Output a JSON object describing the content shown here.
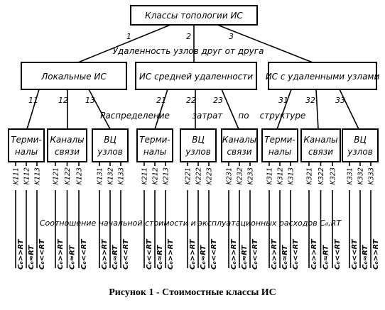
{
  "root": {
    "label": "Классы топологии ИС"
  },
  "branch_numbers": [
    "1",
    "2",
    "3"
  ],
  "level1_caption": "Удаленность узлов друг от друга",
  "level1": [
    {
      "label": "Локальные ИС",
      "subnums": [
        "11",
        "12",
        "13"
      ]
    },
    {
      "label": "ИС средней удаленности",
      "subnums": [
        "21",
        "22",
        "23"
      ]
    },
    {
      "label": "ИС с удаленными узлами",
      "subnums": [
        "31",
        "32",
        "33"
      ]
    }
  ],
  "level2_caption": [
    "Распределение",
    "затрат",
    "по",
    "структуре"
  ],
  "leaf_groups": [
    {
      "line1": "Терми-",
      "line2": "налы",
      "codes": [
        "K111",
        "K112",
        "K113"
      ]
    },
    {
      "line1": "Каналы",
      "line2": "связи",
      "codes": [
        "K121",
        "K122",
        "K123"
      ]
    },
    {
      "line1": "ВЦ",
      "line2": "узлов",
      "codes": [
        "K131",
        "K132",
        "K133"
      ]
    },
    {
      "line1": "Терми-",
      "line2": "налы",
      "codes": [
        "K211",
        "K212",
        "K213"
      ]
    },
    {
      "line1": "ВЦ",
      "line2": "узлов",
      "codes": [
        "K221",
        "K222",
        "K223"
      ]
    },
    {
      "line1": "Каналы",
      "line2": "связи",
      "codes": [
        "K231",
        "K232",
        "K233"
      ]
    },
    {
      "line1": "Терми-",
      "line2": "налы",
      "codes": [
        "K311",
        "K312",
        "K313"
      ]
    },
    {
      "line1": "Каналы",
      "line2": "связи",
      "codes": [
        "K321",
        "K322",
        "K323"
      ]
    },
    {
      "line1": "ВЦ",
      "line2": "узлов",
      "codes": [
        "K331",
        "K332",
        "K333"
      ]
    }
  ],
  "ratio_caption": "Соотношение начальной стоимости и эксплуатационных расходов C₀,RT",
  "conditions": [
    "C₀>>RT",
    "C₀≈RT",
    "C₀<<RT",
    "C₀>>RT",
    "C₀≈RT",
    "C₀<<RT",
    "C₀>>RT",
    "C₀≈RT",
    "C₀<<RT",
    "C₀<<RT",
    "C₀≈RT",
    "C₀>>RT",
    "C₀>>RT",
    "C₀≈RT",
    "C₀<<RT",
    "C₀>>RT",
    "C₀≈RT",
    "C₀<<RT",
    "C₀>>RT",
    "C₀≈RT",
    "C₀<<RT",
    "C₀>>RT",
    "C₀≈RT",
    "C₀<<RT",
    "C₀<<RT",
    "C₀≈RT",
    "C₀>>RT"
  ],
  "figure_caption": "Рисунок 1 - Стоимостные классы ИС"
}
